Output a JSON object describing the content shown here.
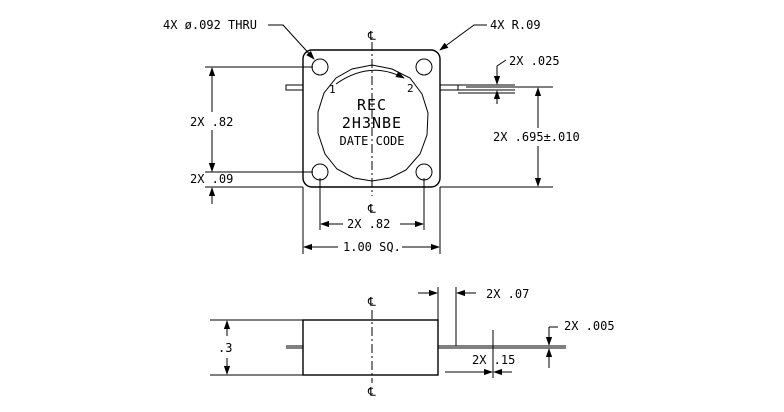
{
  "top_view": {
    "hole_note": "4X ø.092 THRU",
    "radius_note": "4X R.09",
    "centerline_symbol": "℄",
    "port_1": "1",
    "port_2": "2",
    "marking_line1": "REC",
    "marking_line2": "2H3NBE",
    "marking_line3": "DATE CODE",
    "dim_hole_spacing_vertical": "2X .82",
    "dim_hole_offset": "2X .09",
    "dim_tab_thickness": "2X .025",
    "dim_tab_position": "2X .695±.010",
    "dim_hole_spacing_horizontal": "2X .82",
    "dim_body_size": "1.00 SQ."
  },
  "side_view": {
    "centerline_symbol": "℄",
    "dim_height": ".3",
    "dim_tab_length": "2X .07",
    "dim_lead_thickness": "2X .005",
    "dim_lead_length": "2X .15"
  }
}
